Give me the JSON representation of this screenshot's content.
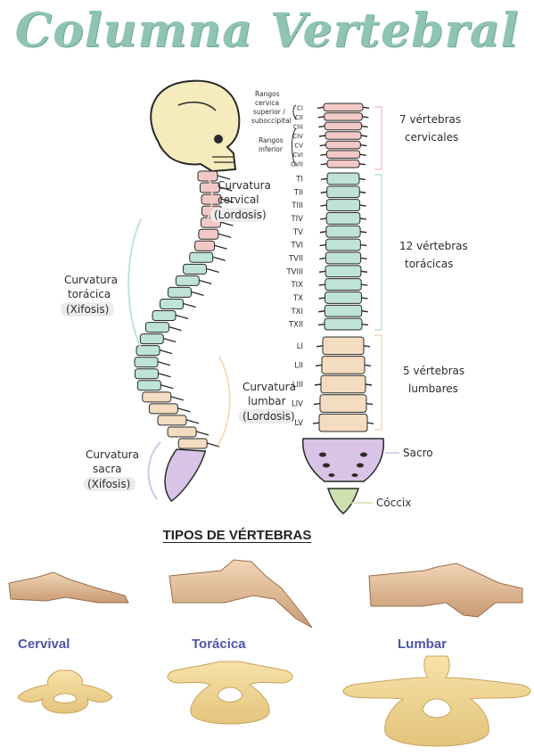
{
  "title": "Columna Vertebral",
  "curvatures": {
    "cervical": [
      "Curvatura",
      "cervical",
      "(Lordosis)"
    ],
    "thoracic": [
      "Curvatura",
      "torácica",
      "(Xifosis)"
    ],
    "lumbar": [
      "Curvatura",
      "lumbar",
      "(Lordosis)"
    ],
    "sacral": [
      "Curvatura",
      "sacra",
      "(Xifosis)"
    ]
  },
  "regions": {
    "cervical": [
      "7 vértebras",
      "cervicales"
    ],
    "thoracic": [
      "12 vértebras",
      "torácicas"
    ],
    "lumbar": [
      "5 vértebras",
      "lumbares"
    ],
    "sacrum": "Sacro",
    "coccyx": "Cóccix"
  },
  "ranges": {
    "upper": [
      "Rangos",
      "cervica",
      "superior /",
      "suboccipital"
    ],
    "lower": [
      "Rangos",
      "inferior"
    ]
  },
  "vertebra_labels": {
    "cervical": [
      "CI",
      "CII",
      "CIII",
      "CIV",
      "CV",
      "CVI",
      "CVII"
    ],
    "thoracic": [
      "TI",
      "TII",
      "TIII",
      "TIV",
      "TV",
      "TVI",
      "TVII",
      "TVIII",
      "TIX",
      "TX",
      "TXI",
      "TXII"
    ],
    "lumbar": [
      "LI",
      "LII",
      "LIII",
      "LIV",
      "LV"
    ]
  },
  "types": {
    "heading": "TIPOS DE VÉRTEBRAS",
    "cervical": "Cervival",
    "thoracic": "Torácica",
    "lumbar": "Lumbar"
  },
  "colors": {
    "title": "#8fc4b4",
    "cervical": "#f2c9c6",
    "thoracic": "#bfe3d6",
    "lumbar": "#f4dcc0",
    "sacrum": "#d9c3e6",
    "coccyx": "#cfe0b0",
    "skull": "#f6ebbd",
    "bone": "#e8c98a",
    "type_label": "#4a56a8"
  }
}
